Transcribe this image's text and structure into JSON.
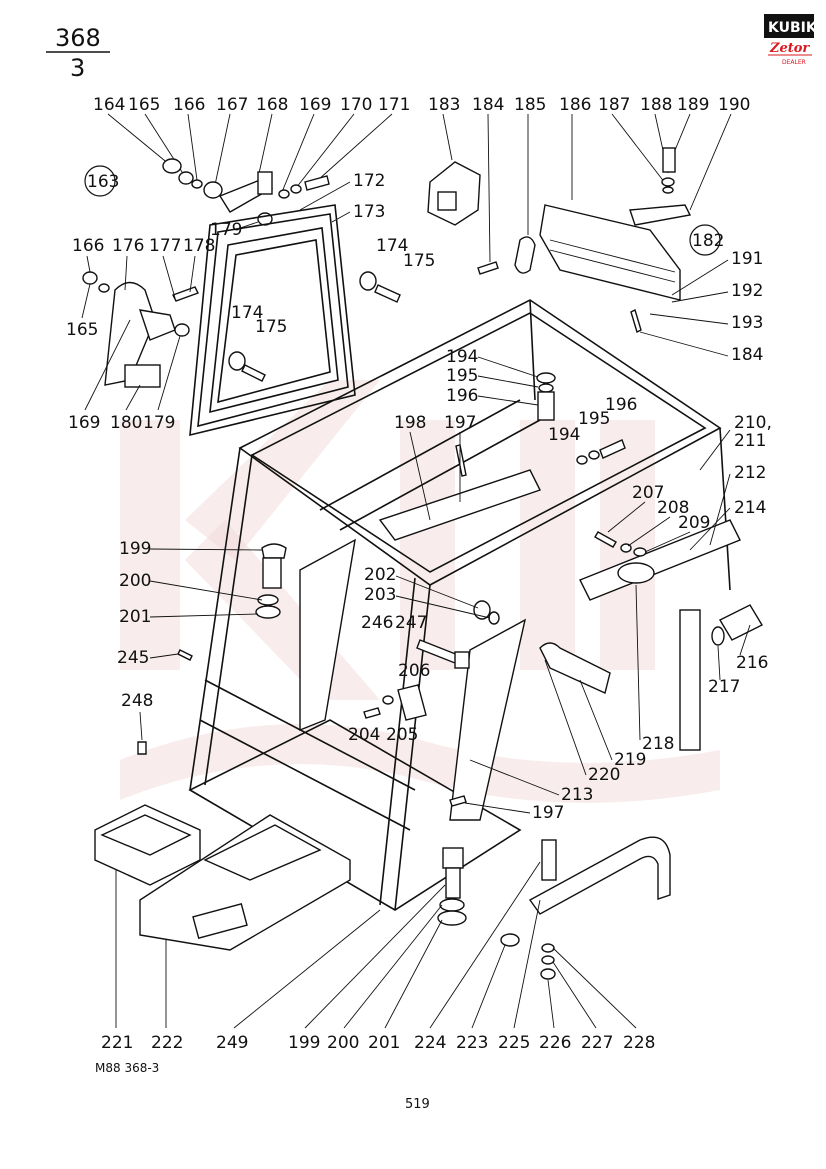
{
  "header": {
    "page_number_top": "368",
    "page_number_bottom": "3"
  },
  "logo": {
    "brand": "KUBIK",
    "sub": "Zetor",
    "tag": "DEALER"
  },
  "part_labels_top": [
    "164",
    "165",
    "166",
    "167",
    "168",
    "169",
    "170",
    "171",
    "183",
    "184",
    "185",
    "186",
    "187",
    "188",
    "189",
    "190"
  ],
  "part_labels": {
    "p163": "163",
    "p172": "172",
    "p173": "173",
    "p179": "179",
    "p166": "166",
    "p176": "176",
    "p177": "177",
    "p178": "178",
    "p174a": "174",
    "p175a": "175",
    "p165": "165",
    "p174b": "174",
    "p175b": "175",
    "p169": "169",
    "p180": "180",
    "p179b": "179",
    "p182": "182",
    "p191": "191",
    "p192": "192",
    "p193": "193",
    "p184b": "184",
    "p194a": "194",
    "p195a": "195",
    "p196a": "196",
    "p197a": "197",
    "p198": "198",
    "p194b": "194",
    "p195b": "195",
    "p196b": "196",
    "p210": "210,",
    "p211": "211",
    "p212": "212",
    "p207": "207",
    "p208": "208",
    "p209": "209",
    "p214": "214",
    "p199a": "199",
    "p200a": "200",
    "p201a": "201",
    "p202": "202",
    "p203": "203",
    "p245": "245",
    "p246": "246",
    "p247": "247",
    "p206": "206",
    "p216": "216",
    "p217": "217",
    "p248": "248",
    "p204": "204",
    "p205": "205",
    "p218": "218",
    "p219": "219",
    "p220": "220",
    "p213": "213",
    "p197b": "197"
  },
  "part_labels_bottom": [
    "221",
    "222",
    "249",
    "199",
    "200",
    "201",
    "224",
    "223",
    "225",
    "226",
    "227",
    "228"
  ],
  "footer": {
    "drawing_code": "M88  368-3",
    "page": "519"
  },
  "colors": {
    "ink": "#111111",
    "logo_red": "#d8191f",
    "watermark": "#f2dcdc"
  }
}
